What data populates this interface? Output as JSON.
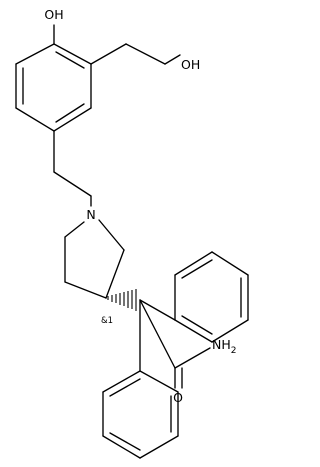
{
  "molecule": {
    "labels": {
      "phenol_oh": "OH",
      "hydroxyethyl_oh": "OH",
      "nitrogen": "N",
      "amide_nh2": "NH",
      "amide_nh2_subscript": "2",
      "carbonyl_o": "O",
      "stereo": "&1"
    },
    "stereo_bond": "hashed wedge",
    "line_color": "#000000",
    "background": "#ffffff"
  }
}
